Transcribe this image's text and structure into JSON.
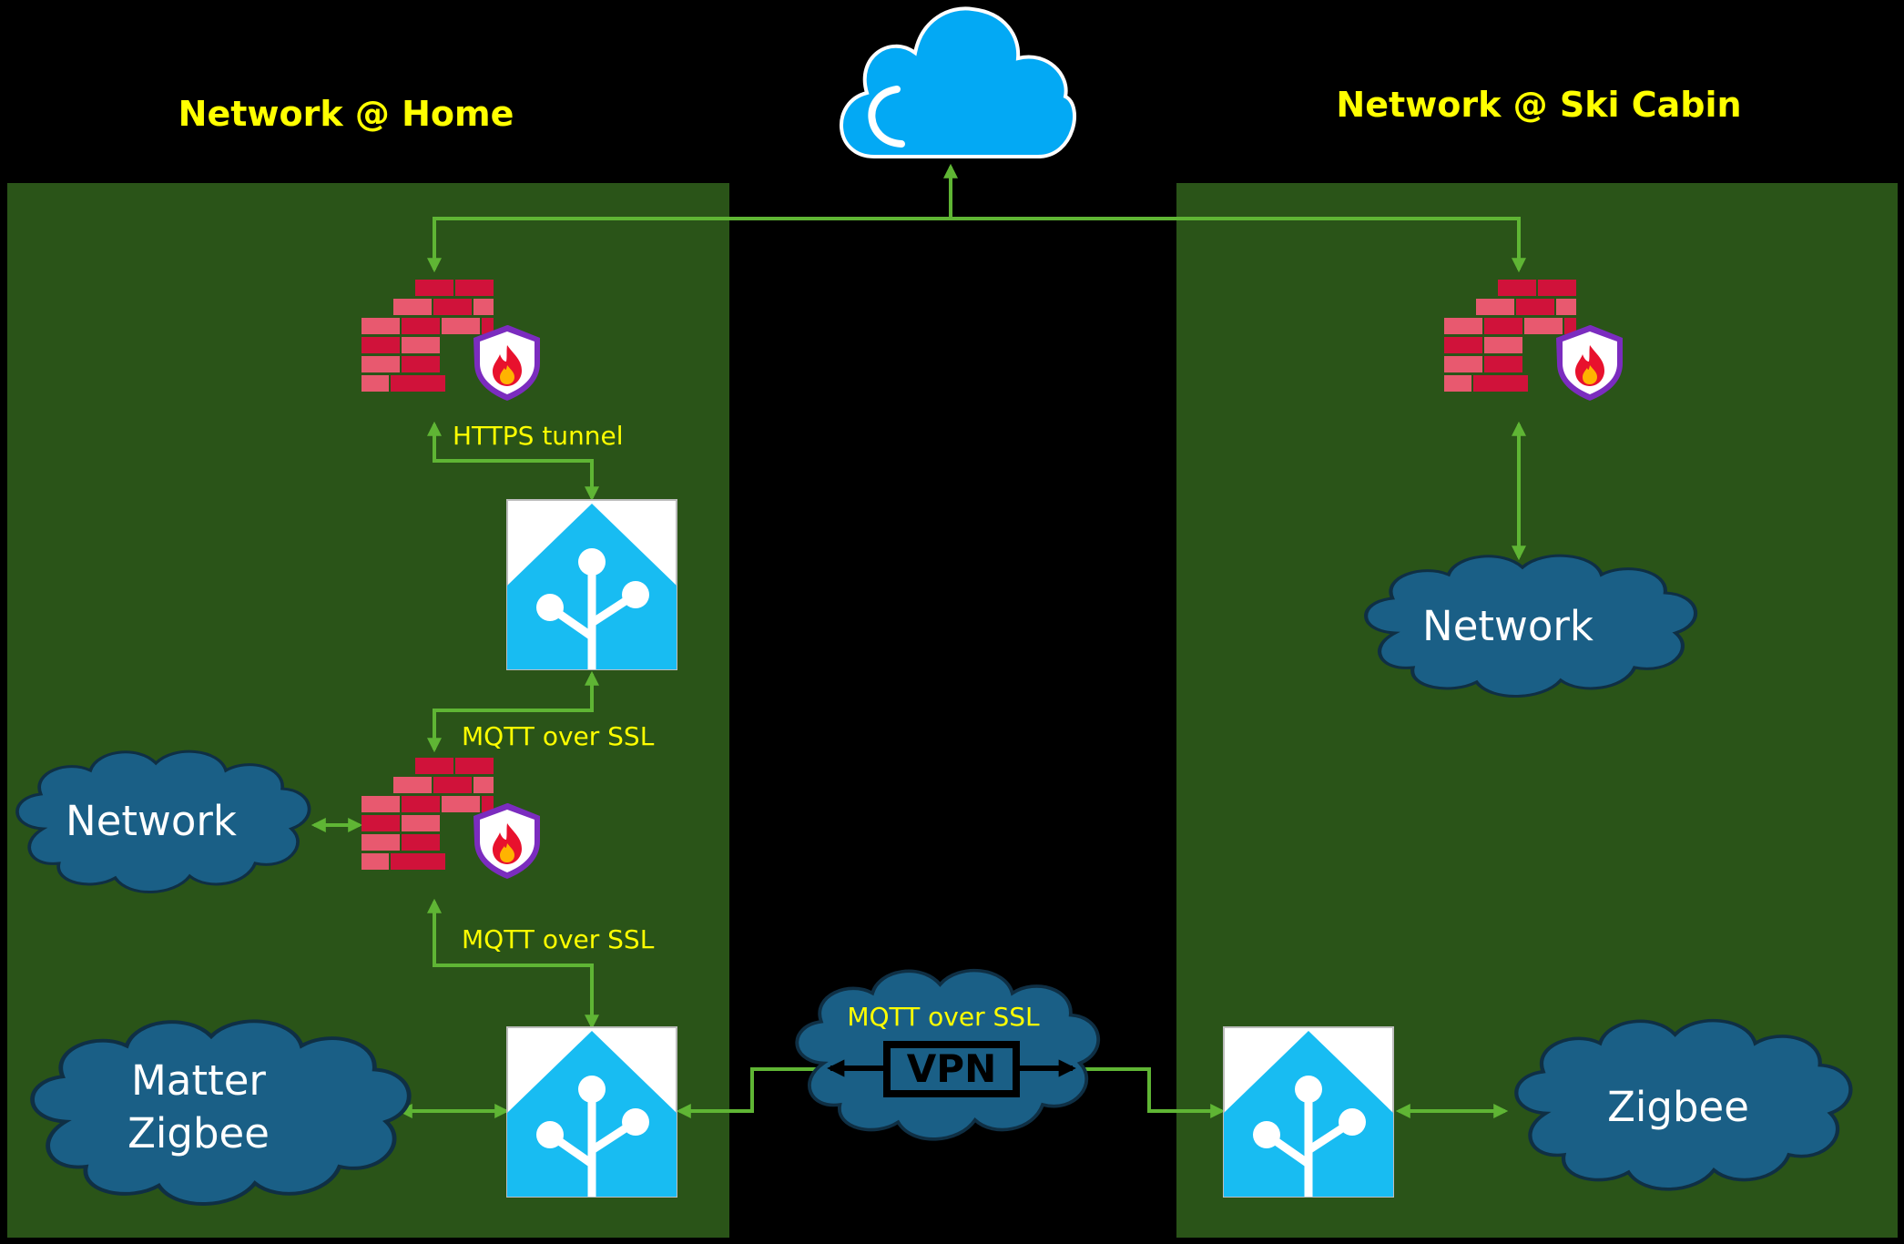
{
  "titles": {
    "home": "Network @ Home",
    "cabin": "Network @ Ski Cabin"
  },
  "labels": {
    "https_tunnel": "HTTPS tunnel",
    "mqtt_ssl_upper": "MQTT over SSL",
    "mqtt_ssl_lower": "MQTT over SSL",
    "mqtt_ssl_vpn": "MQTT over SSL",
    "vpn": "VPN"
  },
  "clouds": {
    "home_network": "Network",
    "home_iot_line1": "Matter",
    "home_iot_line2": "Zigbee",
    "cabin_network": "Network",
    "cabin_iot": "Zigbee"
  },
  "colors": {
    "background": "#000000",
    "zone": "#2a5418",
    "connector": "#5fb534",
    "title": "#ffff00",
    "label": "#ffff00",
    "internet_cloud": "#03a9f4",
    "network_cloud": "#1a5f86",
    "home_assistant": "#18bcf2",
    "firewall_brick_dark": "#d0123a",
    "firewall_brick_light": "#e8596f",
    "firewall_shield": "#7b2cbf"
  },
  "icons": [
    "internet-cloud-icon",
    "firewall-icon",
    "home-assistant-icon",
    "network-cloud-icon",
    "vpn-icon"
  ]
}
